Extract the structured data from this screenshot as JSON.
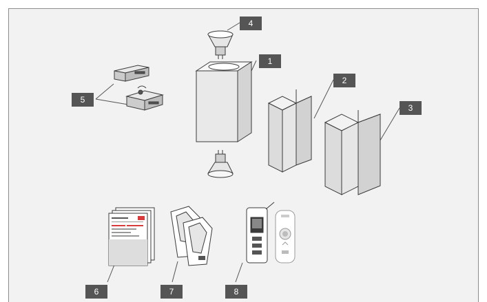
{
  "diagram": {
    "labels": {
      "tag_1": "1",
      "tag_2": "2",
      "tag_3": "3",
      "tag_4": "4",
      "tag_5": "5",
      "tag_6": "6",
      "tag_7": "7",
      "tag_8": "8"
    },
    "colors": {
      "background": "#f2f2f2",
      "tag_fill": "#555555",
      "tag_text": "#ffffff",
      "part_fill": "#e6e6e6",
      "outline": "#3a3a3a",
      "accent": "#d93a3a"
    }
  }
}
